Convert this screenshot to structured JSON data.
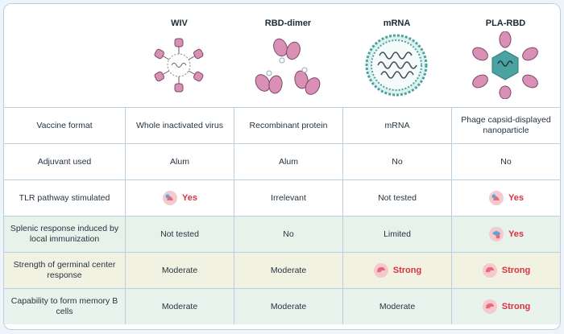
{
  "columns": [
    "WIV",
    "RBD-dimer",
    "mRNA",
    "PLA-RBD"
  ],
  "rows": [
    {
      "label": "Vaccine format",
      "cells": [
        "Whole inactivated virus",
        "Recombinant protein",
        "mRNA",
        "Phage capsid-displayed nanoparticle"
      ]
    },
    {
      "label": "Adjuvant used",
      "cells": [
        "Alum",
        "Alum",
        "No",
        "No"
      ]
    },
    {
      "label": "TLR pathway stimulated",
      "cells": [
        "Yes",
        "Irrelevant",
        "Not tested",
        "Yes"
      ]
    },
    {
      "label": "Splenic response induced by local immunization",
      "cells": [
        "Not tested",
        "No",
        "Limited",
        "Yes"
      ]
    },
    {
      "label": "Strength of germinal center response",
      "cells": [
        "Moderate",
        "Moderate",
        "Strong",
        "Strong"
      ]
    },
    {
      "label": "Capability to form memory B cells",
      "cells": [
        "Moderate",
        "Moderate",
        "Moderate",
        "Strong"
      ]
    }
  ],
  "colors": {
    "row_bg": [
      "#ffffff",
      "#ffffff",
      "#ffffff",
      "#e6f2ea",
      "#f1f2e2",
      "#e9f3ee"
    ],
    "highlight": "#d9323e",
    "border": "#b9cfe0",
    "spike": "#d98fb6",
    "capsid": "#4aa3a0"
  },
  "icons": {
    "tlr": "receptor-icon",
    "spleen": "spleen-icon",
    "gc": "germinal-center-icon",
    "memory": "memory-b-cell-icon"
  }
}
